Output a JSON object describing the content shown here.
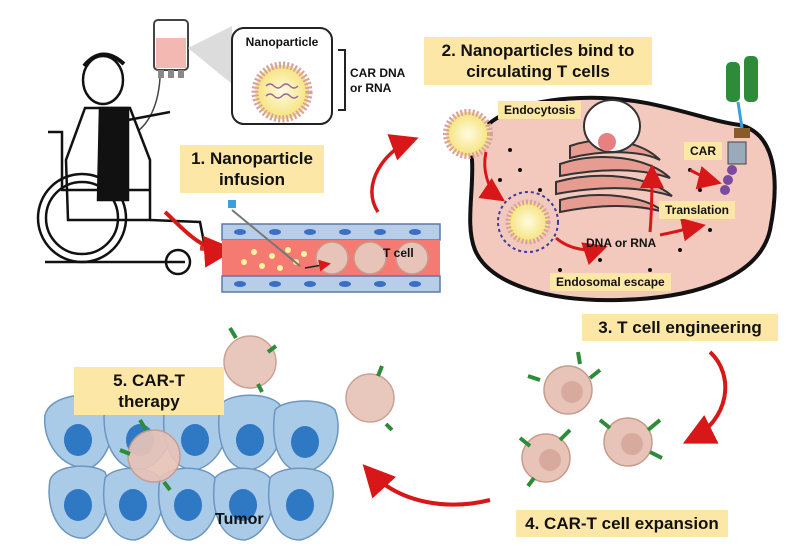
{
  "steps": {
    "s1": "1. Nanoparticle infusion",
    "s2": "2. Nanoparticles bind to circulating T cells",
    "s3": "3. T cell engineering",
    "s4": "4. CAR-T cell expansion",
    "s5": "5. CAR-T therapy"
  },
  "labels": {
    "nanoparticle": "Nanoparticle",
    "car_dna": "CAR DNA",
    "or_rna": "or RNA",
    "t_cell": "T cell",
    "endocytosis": "Endocytosis",
    "car": "CAR",
    "translation": "Translation",
    "dna_or_rna": "DNA or RNA",
    "endosomal_escape": "Endosomal escape",
    "tumor": "Tumor"
  },
  "colors": {
    "label_box": "#fde7a6",
    "arrow_red": "#d81818",
    "vessel": "#f47a72",
    "vessel_wall": "#b8cde8",
    "tumor_cell": "#a9cbe8",
    "tumor_nucleus": "#2f78c4",
    "t_cell": "#e7c3b8",
    "t_cell_nucleus": "#cf9a8e",
    "cell_membrane": "#f3c9bd"
  }
}
